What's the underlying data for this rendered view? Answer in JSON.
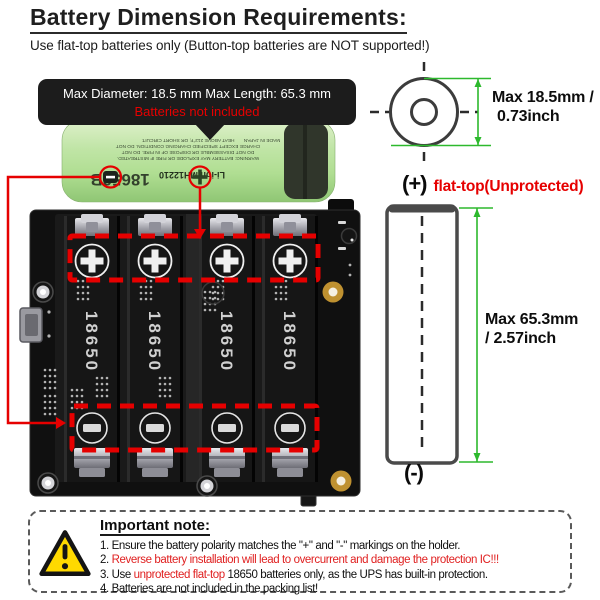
{
  "header": {
    "title": "Battery Dimension Requirements:",
    "subtitle": "Use flat-top batteries only (Button-top batteries are NOT supported!)"
  },
  "callout": {
    "dimensions": "Max Diameter: 18.5 mm Max Length: 65.3 mm",
    "note": "Batteries not included"
  },
  "battery": {
    "model": "18650B",
    "type_label": "Li-ion MH12210",
    "warning_line1": "WARNING: BATTERY MAY EXPLODE OR FIRE IF MISTREATED.",
    "warning_line2": "DO NOT DISASSEMBLE OR DISPOSE OF IN FIRE. DO NOT",
    "warning_line3": "CHARGE EXCEPT SPECIFIED CHARGING CONDITION. DO NOT",
    "warning_line4": "HEAT ABOVE 212°F, OR SHORT CIRCUIT.",
    "made_in": "MADE IN JAPAN"
  },
  "top_view": {
    "dim_line1": "Max 18.5mm /",
    "dim_line2": "0.73inch"
  },
  "side_view": {
    "plus": "(+)",
    "plus_note": "flat-top(Unprotected)",
    "dim_line1": "Max 65.3mm",
    "dim_line2": "/ 2.57inch",
    "minus": "(-)"
  },
  "board": {
    "slot_label": "18650"
  },
  "note": {
    "title": "Important note:",
    "item1": "1. Ensure the battery polarity matches the \"+\" and \"-\" markings on the holder.",
    "item2_num": "2. ",
    "item2": "Reverse battery installation will lead to overcurrent and damage the protection IC!!!",
    "item3_num": "3. ",
    "item3_pre": "Use ",
    "item3_red": "unprotected flat-top",
    "item3_post": " 18650 batteries only, as the UPS has built-in protection.",
    "item4": "4. Batteries are not included in the packing list!"
  },
  "colors": {
    "annotation_red": "#e60000",
    "dimension_green": "#2db92d",
    "note_red": "#e02020",
    "warning_yellow": "#ffd900"
  }
}
